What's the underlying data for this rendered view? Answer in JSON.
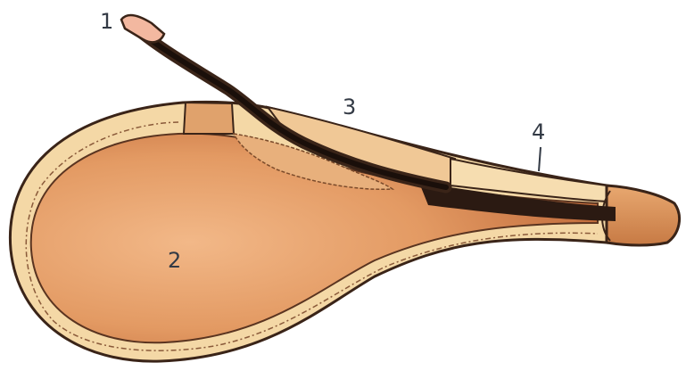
{
  "diagram": {
    "labels": {
      "l1": "1",
      "l2": "2",
      "l3": "3",
      "l4": "4"
    },
    "colors": {
      "outline": "#3a2418",
      "wall_fill": "#f4d8a6",
      "lumen_light": "#f2b888",
      "lumen_mid": "#e39a63",
      "lumen_dark": "#c06a3a",
      "band": "#e0a26c",
      "tube_dark": "#2b1a12",
      "tube_tip": "#f3b8a0",
      "label_text": "#333a45"
    }
  }
}
